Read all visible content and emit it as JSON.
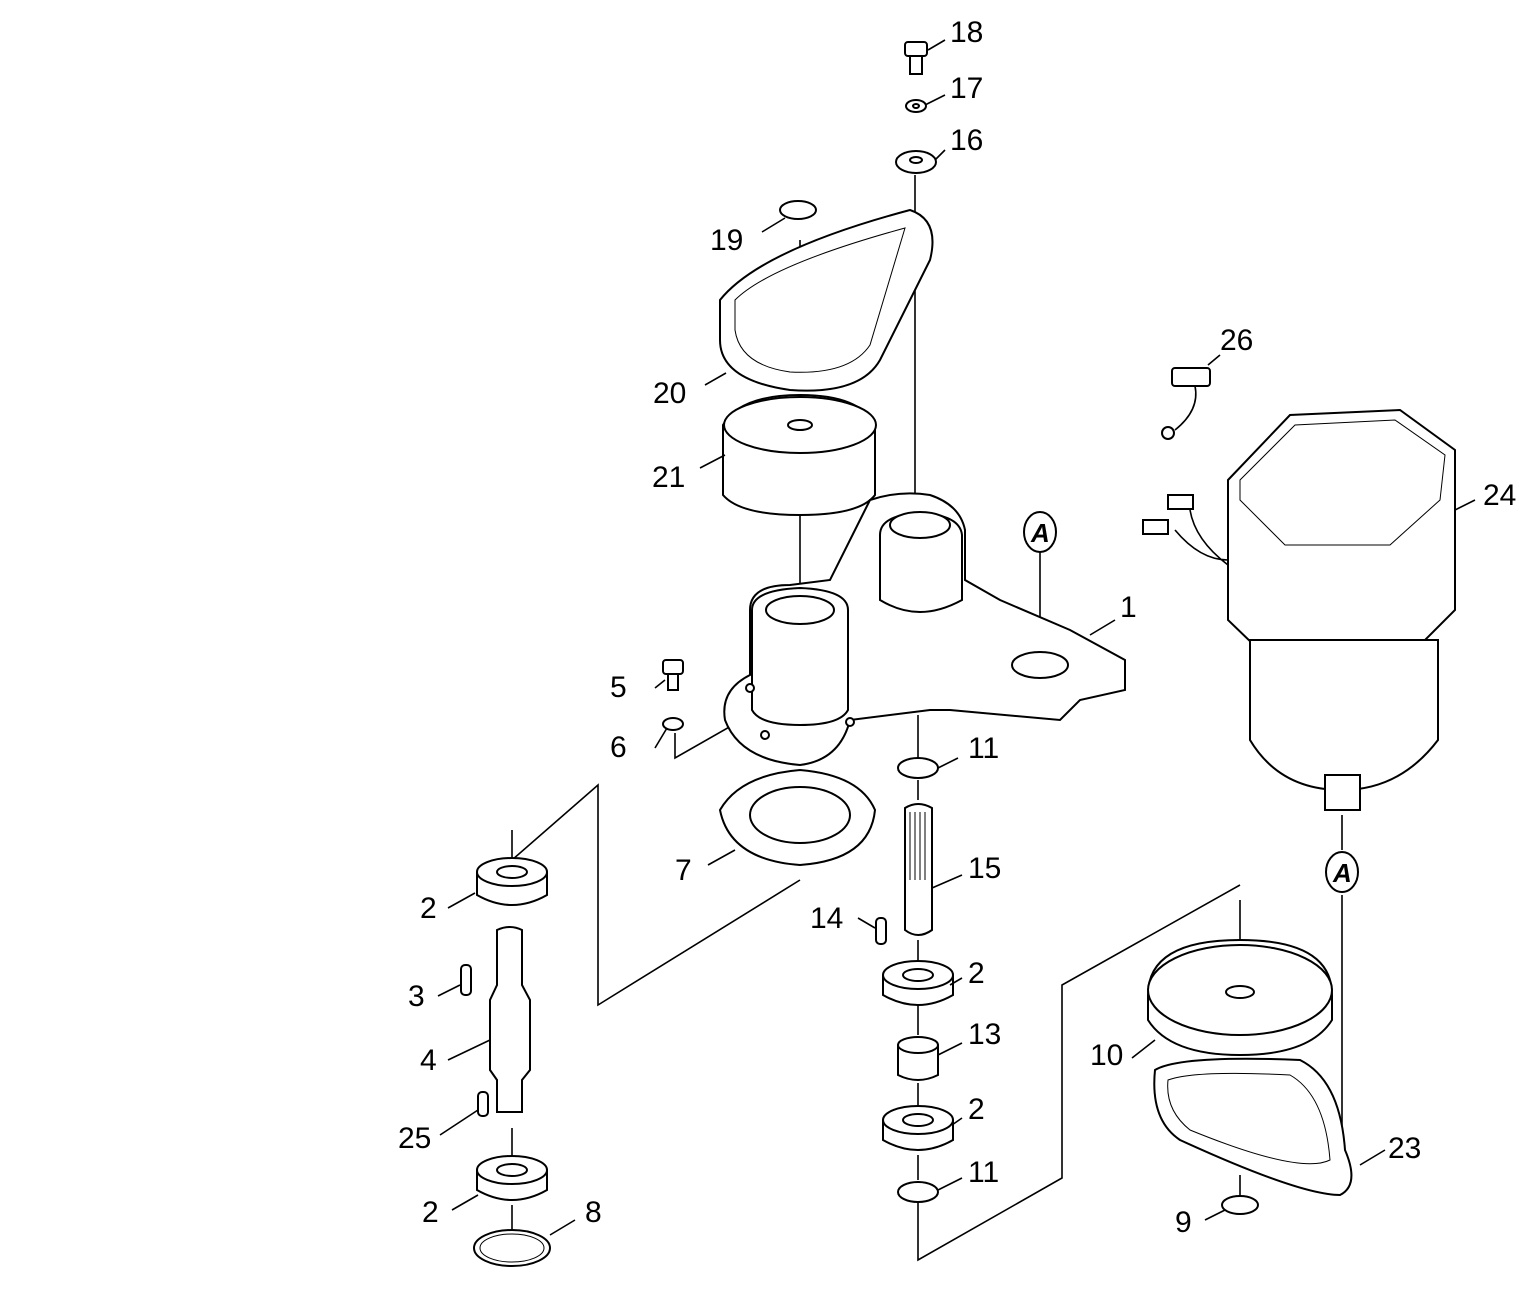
{
  "diagram": {
    "callouts": [
      "18",
      "17",
      "16",
      "19",
      "20",
      "21",
      "26",
      "24",
      "1",
      "5",
      "6",
      "11",
      "7",
      "15",
      "2",
      "14",
      "2",
      "3",
      "4",
      "13",
      "10",
      "2",
      "23",
      "25",
      "11",
      "2",
      "8",
      "9"
    ],
    "reference_marks": [
      "A",
      "A"
    ]
  }
}
